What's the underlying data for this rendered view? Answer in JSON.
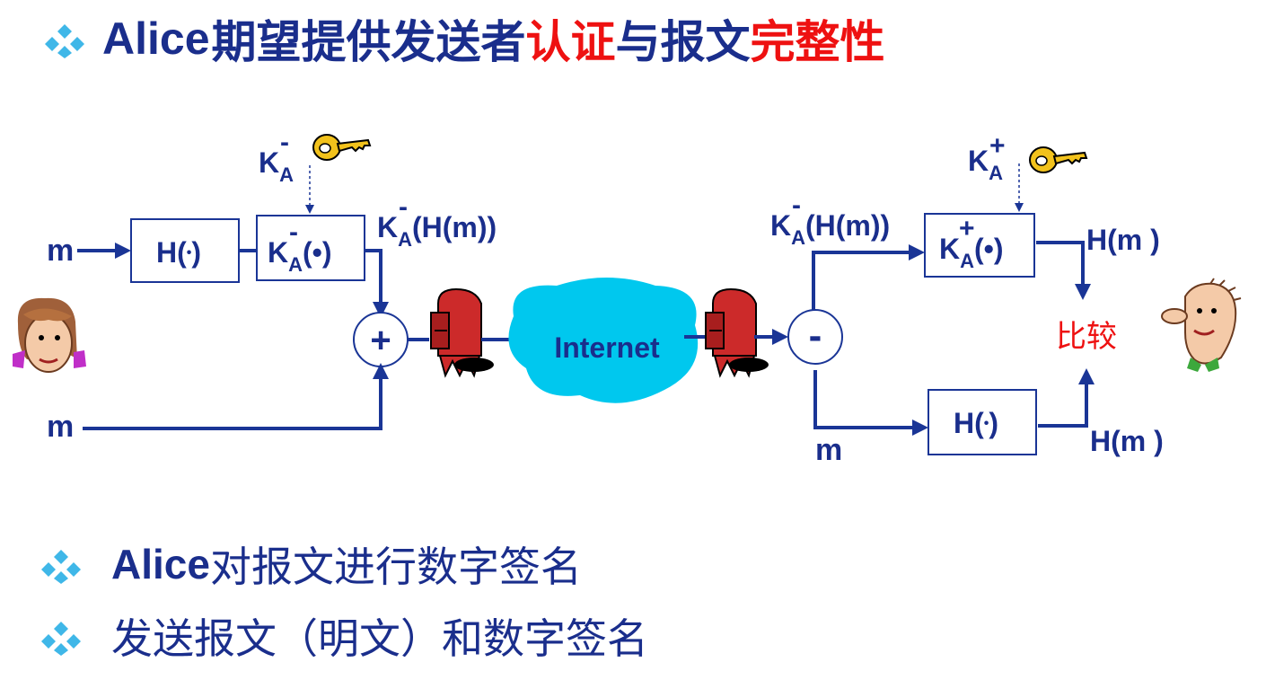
{
  "title": {
    "alice": "Alice",
    "part1": "期望提供发送者",
    "red1": "认证",
    "part2": "与报文",
    "red2": "完整性"
  },
  "colors": {
    "text": "#1a2e8c",
    "accent": "#ee1111",
    "cloud": "#00c8ee",
    "arrow": "#1a3596"
  },
  "diagram": {
    "sender": {
      "m_top": "m",
      "m_bottom": "m",
      "hash_box": {
        "base": "H(",
        "dot": "•",
        "close": ")"
      },
      "priv_box": {
        "k": "K",
        "sup": "-",
        "sub": "A",
        "arg": "(•)"
      },
      "priv_key_label": {
        "k": "K",
        "sup": "-",
        "sub": "A"
      },
      "signed_label": {
        "k": "K",
        "sup": "-",
        "sub": "A",
        "rest": "(H(m))"
      },
      "combine_symbol": "+"
    },
    "network": {
      "label": "Internet"
    },
    "receiver": {
      "signed_label": {
        "k": "K",
        "sup": "-",
        "sub": "A",
        "rest": "(H(m))"
      },
      "split_symbol": "-",
      "pub_key_label": {
        "k": "K",
        "sup": "+",
        "sub": "A"
      },
      "pub_box": {
        "k": "K",
        "sup": "+",
        "sub": "A",
        "arg": "(•)"
      },
      "hash_box": {
        "base": "H(",
        "dot": "•",
        "close": ")"
      },
      "hm_top": "H(m )",
      "hm_bottom": "H(m )",
      "m_label": "m",
      "compare": "比较"
    }
  },
  "bullets": [
    {
      "bold": "Alice",
      "text": "对报文进行数字签名"
    },
    {
      "bold": "",
      "text": "发送报文（明文）和数字签名"
    }
  ],
  "icons": [
    "diamond-bullet-icon",
    "alice-face-icon",
    "bob-face-icon",
    "key-icon",
    "mailbox-icon",
    "cloud-icon"
  ]
}
